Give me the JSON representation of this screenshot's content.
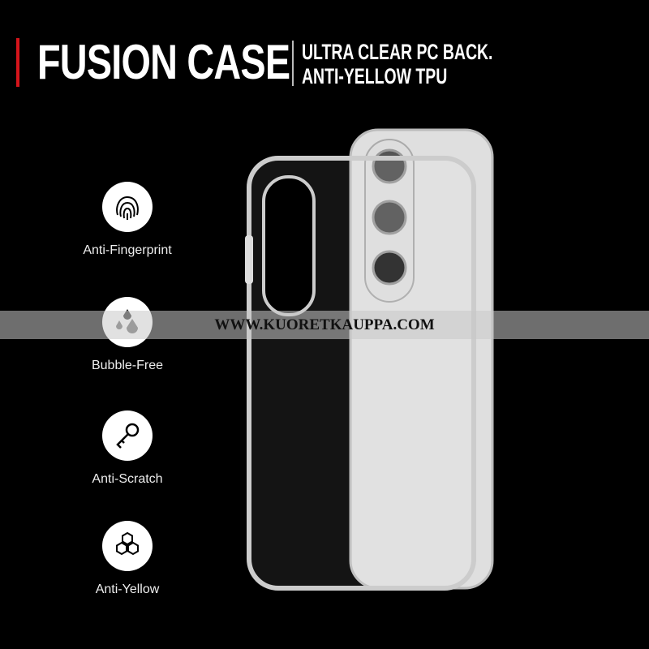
{
  "header": {
    "title": "FUSION CASE",
    "subtitle_line1": "ULTRA CLEAR PC BACK.",
    "subtitle_line2": "ANTI-YELLOW TPU"
  },
  "features": [
    {
      "label": "Anti-Fingerprint",
      "icon": "fingerprint-icon"
    },
    {
      "label": "Bubble-Free",
      "icon": "droplets-icon"
    },
    {
      "label": "Anti-Scratch",
      "icon": "key-icon"
    },
    {
      "label": "Anti-Yellow",
      "icon": "hexagons-icon"
    }
  ],
  "watermark": "WWW.KUORETKAUPPA.COM",
  "colors": {
    "accent": "#d5141b",
    "background": "#000000"
  }
}
